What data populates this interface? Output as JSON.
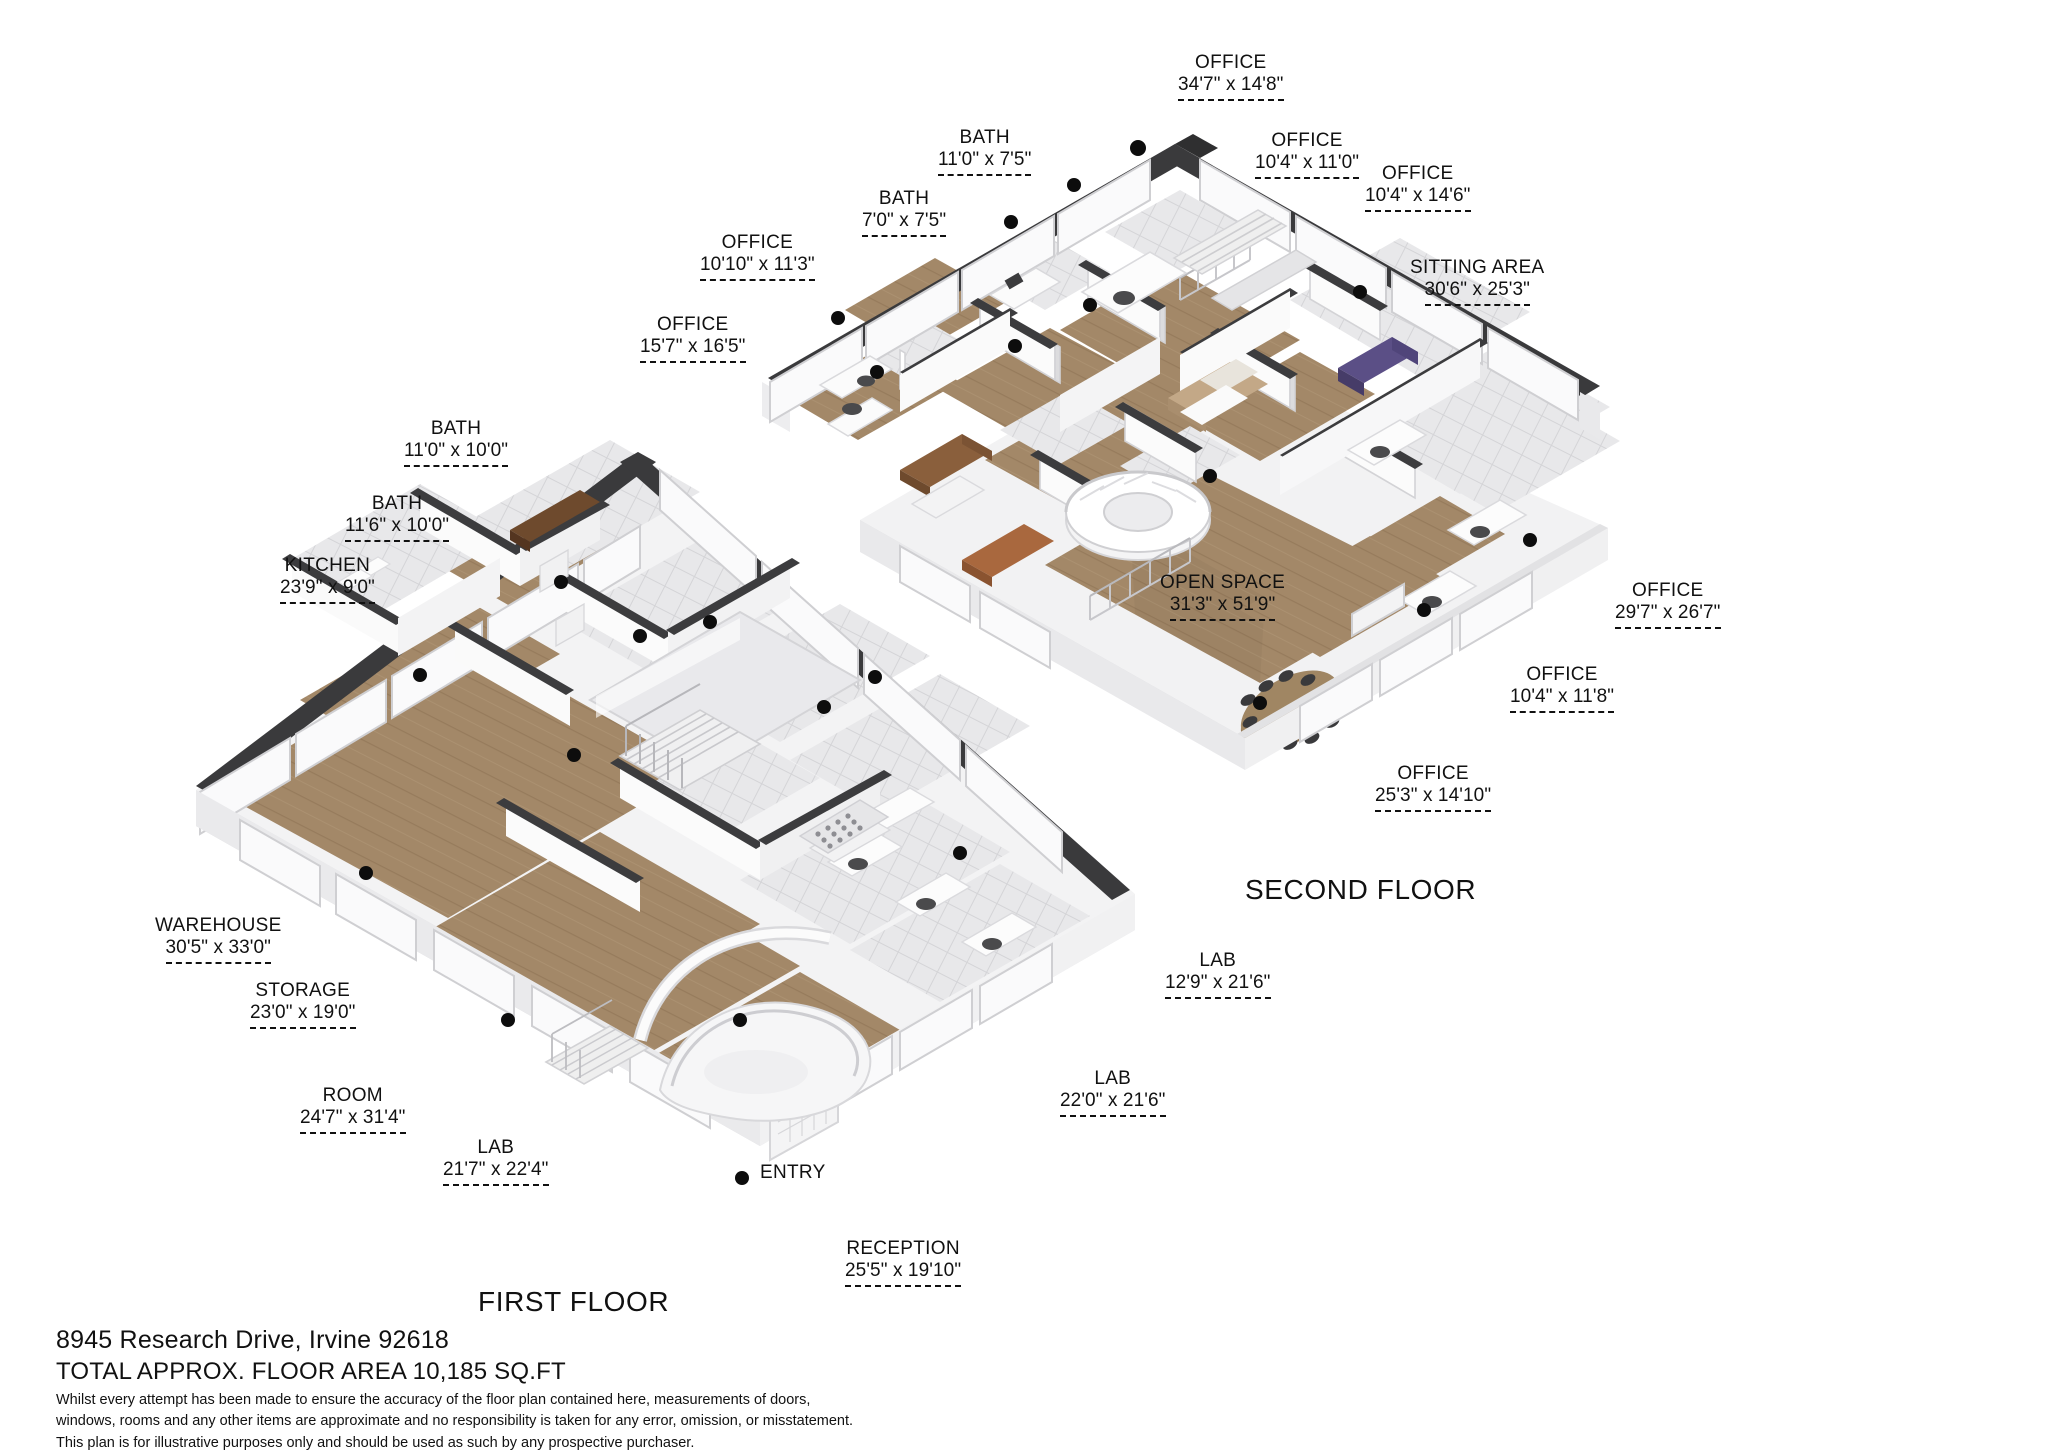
{
  "document": {
    "address": "8945 Research Drive, Irvine 92618",
    "total_area": "TOTAL APPROX. FLOOR AREA 10,185 SQ.FT",
    "disclaimer_line1": "Whilst every attempt has been made to ensure the accuracy of the floor plan contained here, measurements of doors,",
    "disclaimer_line2": "windows, rooms and any other items are approximate and no responsibility is taken for any error, omission, or misstatement.",
    "disclaimer_line3": "This plan is for illustrative purposes only and should be used as such by any prospective purchaser."
  },
  "floors": [
    {
      "id": "first",
      "title": "FIRST FLOOR"
    },
    {
      "id": "second",
      "title": "SECOND FLOOR"
    }
  ],
  "second_floor_rooms": [
    {
      "name": "BATH",
      "dim": "11'0\" x 7'5\""
    },
    {
      "name": "BATH",
      "dim": "7'0\" x 7'5\""
    },
    {
      "name": "OFFICE",
      "dim": "34'7\" x 14'8\""
    },
    {
      "name": "OFFICE",
      "dim": "10'4\" x 11'0\""
    },
    {
      "name": "OFFICE",
      "dim": "10'4\" x 14'6\""
    },
    {
      "name": "SITTING AREA",
      "dim": "30'6\" x 25'3\""
    },
    {
      "name": "OFFICE",
      "dim": "10'10\" x 11'3\""
    },
    {
      "name": "OFFICE",
      "dim": "15'7\" x 16'5\""
    },
    {
      "name": "OPEN SPACE",
      "dim": "31'3\" x 51'9\""
    },
    {
      "name": "OFFICE",
      "dim": "29'7\" x 26'7\""
    },
    {
      "name": "OFFICE",
      "dim": "10'4\" x 11'8\""
    },
    {
      "name": "OFFICE",
      "dim": "25'3\" x 14'10\""
    }
  ],
  "first_floor_rooms": [
    {
      "name": "BATH",
      "dim": "11'0\" x 10'0\""
    },
    {
      "name": "BATH",
      "dim": "11'6\" x 10'0\""
    },
    {
      "name": "KITCHEN",
      "dim": "23'9\" x 9'0\""
    },
    {
      "name": "WAREHOUSE",
      "dim": "30'5\" x 33'0\""
    },
    {
      "name": "STORAGE",
      "dim": "23'0\" x 19'0\""
    },
    {
      "name": "ROOM",
      "dim": "24'7\" x 31'4\""
    },
    {
      "name": "LAB",
      "dim": "21'7\" x 22'4\""
    },
    {
      "name": "ENTRY",
      "dim": ""
    },
    {
      "name": "RECEPTION",
      "dim": "25'5\" x 19'10\""
    },
    {
      "name": "LAB",
      "dim": "22'0\" x 21'6\""
    },
    {
      "name": "LAB",
      "dim": "12'9\" x 21'6\""
    }
  ],
  "colors": {
    "wood_floor": "#9c8165",
    "tile_floor": "#e4e4e6",
    "wall_dark": "#3c3c3c",
    "wall_light": "#ffffff",
    "text": "#111111",
    "accent_purple": "#5b4f86",
    "accent_wood_furniture": "#7a5334"
  }
}
